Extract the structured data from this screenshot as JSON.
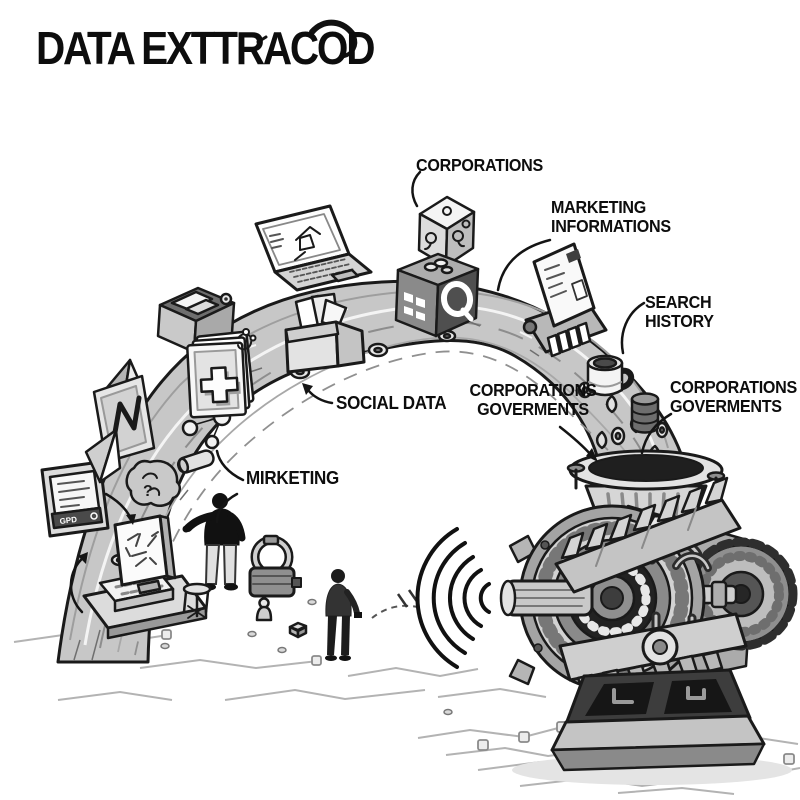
{
  "title": "DATA EXTTRACOD",
  "labels": {
    "corporations": "CORPORATIONS",
    "marketing_informations": "MARKETING\nINFORMATIONS",
    "search_history": "SEARCH\nHISTORY",
    "corporations_goverments_right": "CORPORATIONS\nGOVERMENTS",
    "social_data": "SOCIAL DATA",
    "corporations_goverments_center": "CORPORATIONS\nGOVERMENTS",
    "mirketing": "MIRKETING"
  },
  "device_text": {
    "tablet_badge": "GPD",
    "brain_question": "?"
  },
  "illustration": {
    "style": "black and white hand-drawn infographic",
    "background": "#ffffff",
    "ink": "#1a1a1a",
    "stream_gray": "#c7c7c7",
    "objects": [
      "laptop",
      "parcel-box-papers",
      "open-crate-box",
      "document-stack",
      "note-panel",
      "tablet-device",
      "paper-plane",
      "desktop-computer",
      "data-cube",
      "search-data-box",
      "scanner-terminal",
      "coffee-mug",
      "database-cylinder",
      "brain-doodle",
      "person-reaching",
      "person-walking",
      "padlock-device",
      "data-stream-band",
      "extraction-machine",
      "funnel",
      "turbine",
      "gear-drum",
      "output-shaft",
      "sound-waves",
      "circuit-traces"
    ]
  }
}
